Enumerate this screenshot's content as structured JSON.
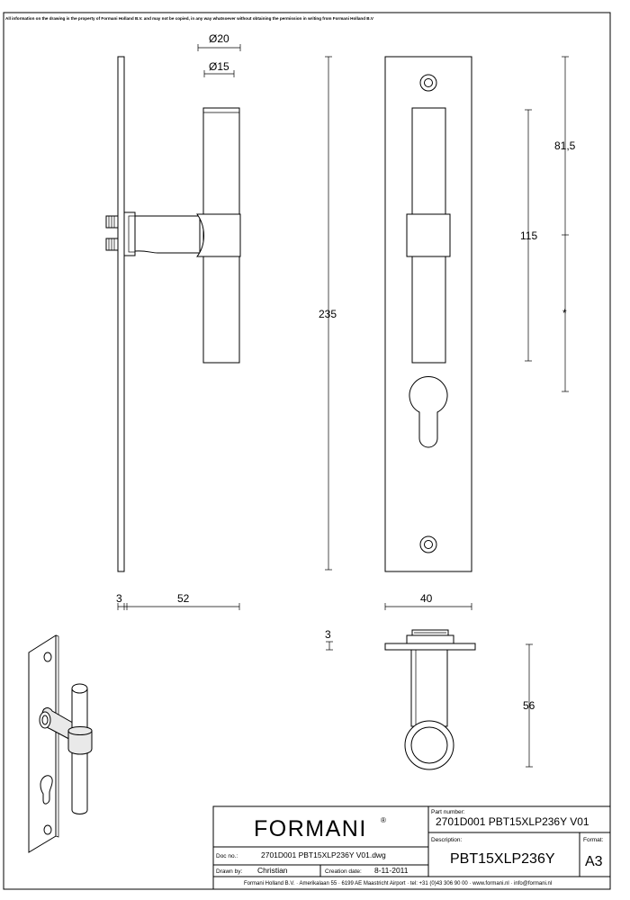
{
  "notice": "All information on the drawing is the property of Formani Holland B.V. and may not be copied, in any way whatsoever without obtaining the permission in writing from Formani Holland B.V",
  "dimensions": {
    "d20": "Ø20",
    "d15": "Ø15",
    "h235": "235",
    "h115": "115",
    "h81_5": "81,5",
    "star": "*",
    "t3_side": "3",
    "w52": "52",
    "w40": "40",
    "t3_top": "3",
    "h56": "56"
  },
  "title_block": {
    "brand": "FORMANI",
    "registered": "®",
    "part_number_label": "Part number:",
    "part_number": "2701D001 PBT15XLP236Y V01",
    "description_label": "Description:",
    "description": "PBT15XLP236Y",
    "format_label": "Format:",
    "format": "A3",
    "doc_no_label": "Doc no.:",
    "doc_no": "2701D001 PBT15XLP236Y V01.dwg",
    "drawn_by_label": "Drawn by:",
    "drawn_by": "Christian",
    "creation_date_label": "Creation date:",
    "creation_date": "8-11-2011",
    "footer": "Formani Holland B.V. · Amerikalaan 55 · 6199 AE Maastricht Airport · tel: +31 (0)43 306 90 00 · www.formani.nl · info@formani.nl"
  }
}
